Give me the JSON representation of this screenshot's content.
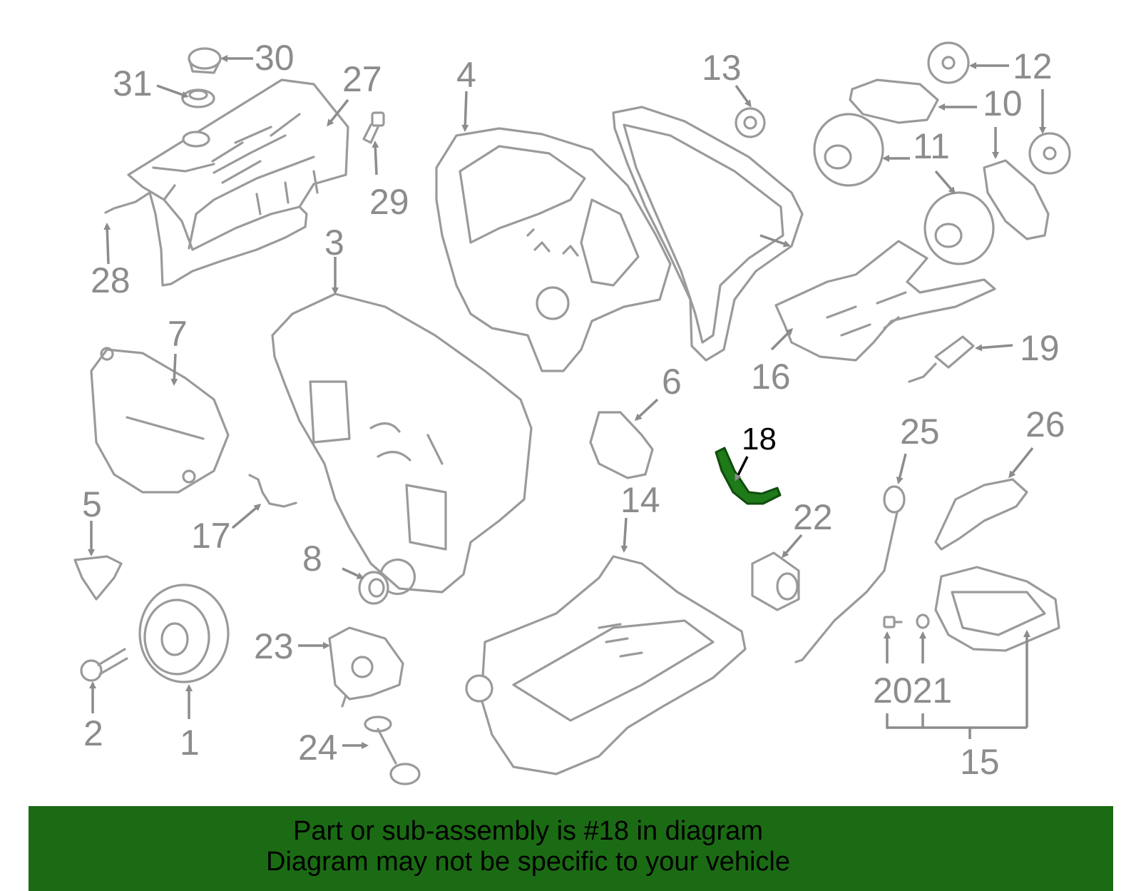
{
  "diagram": {
    "callouts": {
      "c1": "1",
      "c2": "2",
      "c3": "3",
      "c4": "4",
      "c5": "5",
      "c6": "6",
      "c7": "7",
      "c8": "8",
      "c10": "10",
      "c11": "11",
      "c12": "12",
      "c13": "13",
      "c14": "14",
      "c15": "15",
      "c16": "16",
      "c17": "17",
      "c18": "18",
      "c19": "19",
      "c2021": "2021",
      "c22": "22",
      "c23": "23",
      "c24": "24",
      "c25": "25",
      "c26": "26",
      "c27": "27",
      "c28": "28",
      "c29": "29",
      "c30": "30",
      "c31": "31"
    },
    "highlighted_part": "18",
    "colors": {
      "part_outline": "#9a9a9a",
      "callout_text": "#8c8c8c",
      "highlight_part": "#1f7a1a",
      "banner_background": "#1b6b14"
    }
  },
  "footer": {
    "line1": "Part or sub-assembly is #18 in diagram",
    "line2": "Diagram may not be specific to your vehicle"
  }
}
